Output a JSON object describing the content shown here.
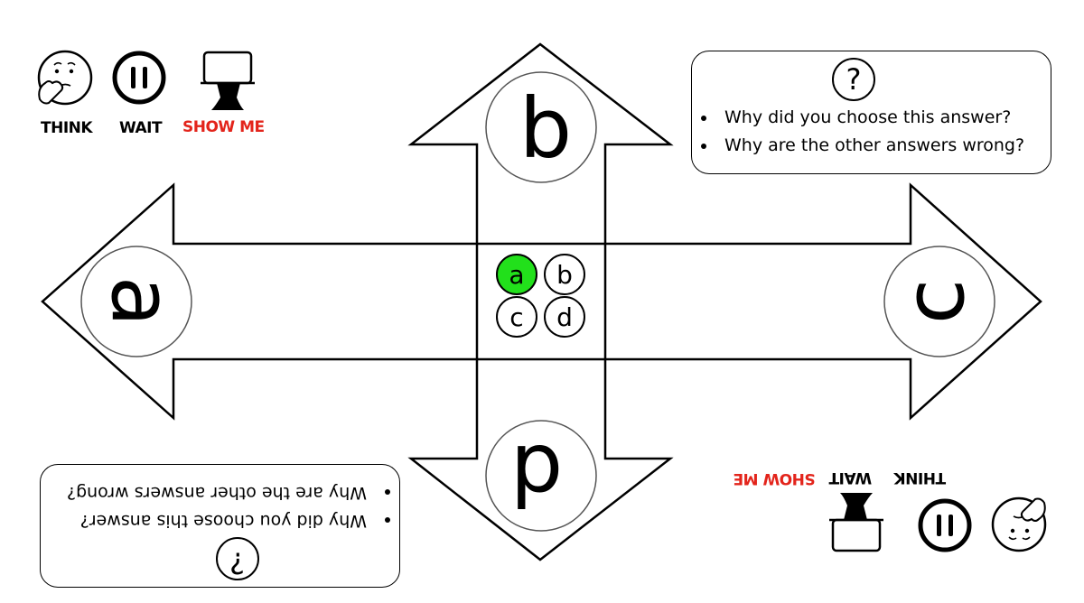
{
  "arrows": {
    "up": {
      "letter": "b"
    },
    "left": {
      "letter": "a"
    },
    "right": {
      "letter": "c"
    },
    "down": {
      "letter": "d"
    }
  },
  "center_choices": [
    {
      "letter": "a",
      "selected": true
    },
    {
      "letter": "b",
      "selected": false
    },
    {
      "letter": "c",
      "selected": false
    },
    {
      "letter": "d",
      "selected": false
    }
  ],
  "selected_color": "#22e01b",
  "show_me_color": "#e3241b",
  "icons": {
    "think": {
      "label": "THINK",
      "icon": "thinking-face-icon"
    },
    "wait": {
      "label": "WAIT",
      "icon": "pause-icon"
    },
    "show_me": {
      "label": "SHOW ME",
      "icon": "whiteboard-icon"
    }
  },
  "question_box": {
    "symbol": "?",
    "symbol_inverted": "¿",
    "questions": [
      "Why did you choose this answer?",
      "Why are the other answers wrong?"
    ]
  }
}
